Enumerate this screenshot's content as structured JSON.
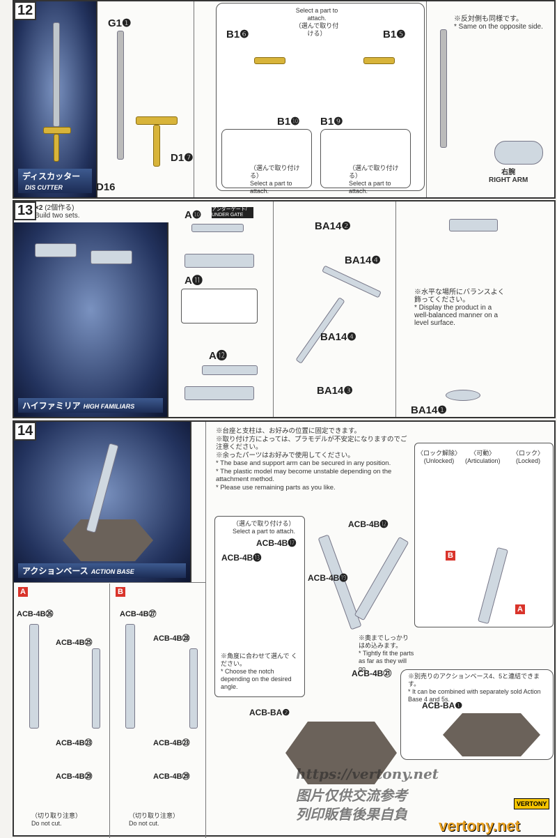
{
  "steps": [
    {
      "number": "12",
      "caption_jp": "ディスカッター",
      "caption_en": "DIS CUTTER",
      "labels": {
        "g1": "G1❶",
        "d16": "D16",
        "d17": "D1❼",
        "b16": "B1❻",
        "b15": "B1❺",
        "b110": "B1❿",
        "b19": "B1❾"
      },
      "select_note": "Select a part to attach.",
      "select_note_jp": "（選んで取り付ける）",
      "opposite_jp": "※反対側も同様です。",
      "opposite_en": "* Same on the opposite side.",
      "right_arm_jp": "右腕",
      "right_arm_en": "RIGHT ARM"
    },
    {
      "number": "13",
      "sets": "×2",
      "sets_jp": "(2個作る)",
      "sets_en": "Build two sets.",
      "caption_jp": "ハイファミリア",
      "caption_en": "HIGH FAMILIARS",
      "labels": {
        "a10": "A❿",
        "a11": "A⓫",
        "a12": "A⓬",
        "under_gate": "アンダーゲート/ UNDER GATE",
        "ba142": "BA14❷",
        "ba144a": "BA14❹",
        "ba144b": "BA14❹",
        "ba143": "BA14❸",
        "ba141": "BA14❶"
      },
      "note_jp": "※水平な場所にバランスよく飾ってください。",
      "note_en": "* Display the product in a well-balanced manner on a level surface."
    },
    {
      "number": "14",
      "caption_jp": "アクションベース",
      "caption_en": "ACTION BASE",
      "notes_jp": [
        "※台座と支柱は、お好みの位置に固定できます。",
        "※取り付け方によっては、プラモデルが不安定になりますのでご注意ください。",
        "※余ったパーツはお好みで使用してください。"
      ],
      "notes_en": [
        "* The base and support arm can be secured in any position.",
        "* The plastic model may become unstable depending on the attachment method.",
        "* Please use remaining parts as you like."
      ],
      "lock_states": [
        {
          "jp": "〈ロック解除〉",
          "en": "(Unlocked)"
        },
        {
          "jp": "〈可動〉",
          "en": "(Articulation)"
        },
        {
          "jp": "〈ロック〉",
          "en": "(Locked)"
        }
      ],
      "labels": {
        "acb12": "ACB-4B⓬",
        "acb17": "ACB-4B⓱",
        "acb13": "ACB-4B⓭",
        "acb19": "ACB-4B⓳",
        "acb21": "ACB-4B㉑",
        "acba2": "ACB-BA❷",
        "acba1": "ACB-BA❶",
        "a26": "ACB-4B㉖",
        "a25": "ACB-4B㉕",
        "a23": "ACB-4B㉓",
        "a29": "ACB-4B㉙",
        "b27": "ACB-4B㉗",
        "b28": "ACB-4B㉘",
        "b23": "ACB-4B㉓",
        "b29": "ACB-4B㉙"
      },
      "variant_a": "A",
      "variant_b": "B",
      "select_note_jp": "（選んで取り付ける）",
      "select_note": "Select a part to attach.",
      "notch_jp": "※角度に合わせて選んで ください。",
      "notch_en": "* Choose the notch depending on the desired angle.",
      "tight_jp": "※奥までしっかり はめ込みます。",
      "tight_en": "* Tightly fit the parts as far as they will go.",
      "combine_jp": "※別売りのアクションベース4、5と連結できます。",
      "combine_en": "* It can be combined with separately sold Action Base 4 and 5s.",
      "donotcut_jp": "（切り取り注意）",
      "donotcut_en": "Do not cut."
    }
  ],
  "watermark": {
    "url": "https://vertony.net",
    "site": "vertony.net",
    "logo": "VERTONY",
    "jp1": "图片仅供交流参考",
    "jp2": "列印販售後果自負"
  }
}
